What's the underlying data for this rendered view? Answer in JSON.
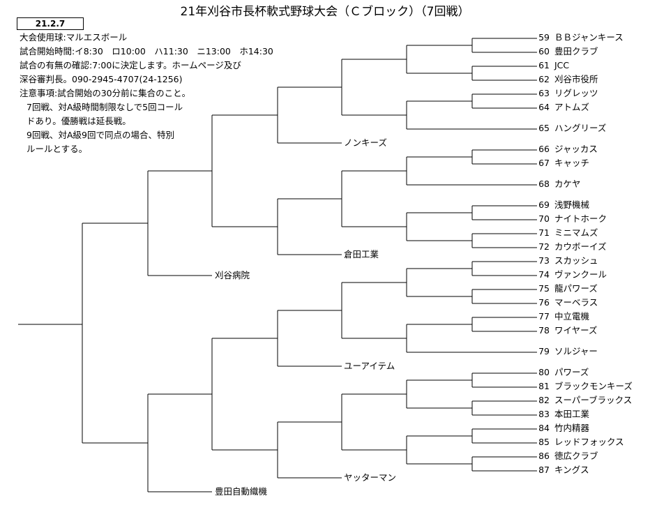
{
  "title": "21年刈谷市長杯軟式野球大会（Ｃブロック）（7回戦）",
  "date": "21.2.7",
  "notes": [
    "大会使用球:マルエスボール",
    "試合開始時間:イ8:30　ロ10:00　ハ11:30　ニ13:00　ホ14:30",
    "試合の有無の確認:7:00に決定します。ホームページ及び",
    "深谷審判長。090-2945-4707(24-1256)",
    "注意事項:試合開始の30分前に集合のこと。",
    "7回戦、対A級時間制限なしで5回コール",
    "ドあり。優勝戦は延長戦。",
    "9回戦、対A級9回で同点の場合、特別",
    "ルールとする。"
  ],
  "teams": [
    {
      "num": "59",
      "name": "ＢＢジャンキース"
    },
    {
      "num": "60",
      "name": "豊田クラブ"
    },
    {
      "num": "61",
      "name": "JCC"
    },
    {
      "num": "62",
      "name": "刈谷市役所"
    },
    {
      "num": "63",
      "name": "リグレッツ"
    },
    {
      "num": "64",
      "name": "アトムズ"
    },
    {
      "num": "65",
      "name": "ハングリーズ"
    },
    {
      "num": "66",
      "name": "ジャッカス"
    },
    {
      "num": "67",
      "name": "キャッチ"
    },
    {
      "num": "68",
      "name": "カケヤ"
    },
    {
      "num": "69",
      "name": "浅野機械"
    },
    {
      "num": "70",
      "name": "ナイトホーク"
    },
    {
      "num": "71",
      "name": "ミニマムズ"
    },
    {
      "num": "72",
      "name": "カウボーイズ"
    },
    {
      "num": "73",
      "name": "スカッシュ"
    },
    {
      "num": "74",
      "name": "ヴァンクール"
    },
    {
      "num": "75",
      "name": "龍パワーズ"
    },
    {
      "num": "76",
      "name": "マーベラス"
    },
    {
      "num": "77",
      "name": "中立電機"
    },
    {
      "num": "78",
      "name": "ワイヤーズ"
    },
    {
      "num": "79",
      "name": "ソルジャー"
    },
    {
      "num": "80",
      "name": "パワーズ"
    },
    {
      "num": "81",
      "name": "ブラックモンキーズ"
    },
    {
      "num": "82",
      "name": "スーパーブラックス"
    },
    {
      "num": "83",
      "name": "本田工業"
    },
    {
      "num": "84",
      "name": "竹内精器"
    },
    {
      "num": "85",
      "name": "レッドフォックス"
    },
    {
      "num": "86",
      "name": "徳広クラブ"
    },
    {
      "num": "87",
      "name": "キングス"
    }
  ],
  "seeds": {
    "a": "ノンキーズ",
    "b": "倉田工業",
    "c": "刈谷病院",
    "d": "ユーアイテム",
    "e": "ヤッターマン",
    "f": "豊田自動織機"
  }
}
